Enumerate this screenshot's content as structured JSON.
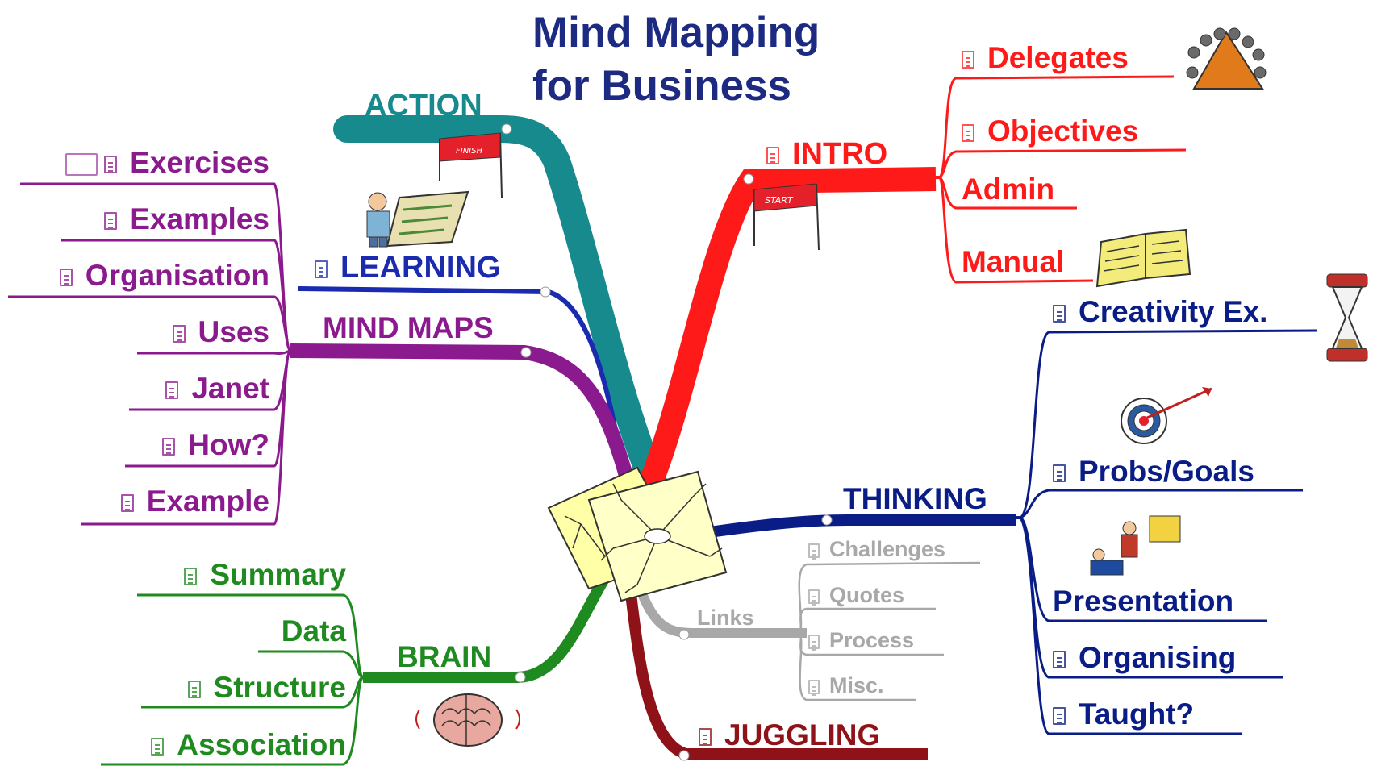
{
  "title": {
    "line1": "Mind Mapping",
    "line2": "for Business"
  },
  "colors": {
    "action": "#178a8e",
    "learning": "#1b2bb0",
    "mindmaps": "#8a1a8e",
    "intro": "#ff1a1a",
    "thinking": "#0a1c85",
    "links": "#a8a8a8",
    "juggling": "#8e1218",
    "brain": "#1f8a1f",
    "title": "#1c2a82"
  },
  "branches": {
    "action": {
      "label": "ACTION"
    },
    "learning": {
      "label": "LEARNING"
    },
    "mindmaps": {
      "label": "MIND MAPS",
      "items": [
        "Exercises",
        "Examples",
        "Organisation",
        "Uses",
        "Janet",
        "How?",
        "Example"
      ]
    },
    "intro": {
      "label": "INTRO",
      "items": [
        "Delegates",
        "Objectives",
        "Admin",
        "Manual"
      ]
    },
    "thinking": {
      "label": "THINKING",
      "items": [
        "Creativity Ex.",
        "Probs/Goals",
        "Presentation",
        "Organising",
        "Taught?"
      ]
    },
    "links": {
      "label": "Links",
      "items": [
        "Challenges",
        "Quotes",
        "Process",
        "Misc."
      ]
    },
    "juggling": {
      "label": "JUGGLING"
    },
    "brain": {
      "label": "BRAIN",
      "items": [
        "Summary",
        "Data",
        "Structure",
        "Association"
      ]
    }
  },
  "icons": [
    "finish-flag-icon",
    "start-flag-icon",
    "person-at-easel-icon",
    "team-meeting-icon",
    "open-book-icon",
    "hourglass-icon",
    "target-dart-icon",
    "presenter-icon",
    "brain-icon",
    "mind-map-sketch-icon",
    "document-icon"
  ]
}
